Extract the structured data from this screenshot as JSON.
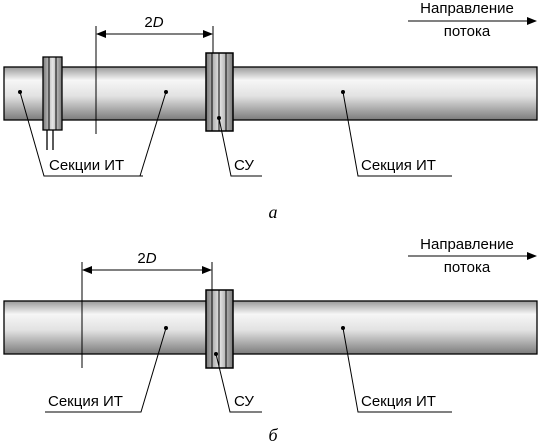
{
  "figure_a": {
    "dimension_label": "2",
    "dimension_symbol": "D",
    "flow_line1": "Направление",
    "flow_line2": "потока",
    "label_it_sections": "Секции ИТ",
    "label_su": "СУ",
    "label_it_section": "Секция ИТ",
    "caption": "а"
  },
  "figure_b": {
    "dimension_label": "2",
    "dimension_symbol": "D",
    "flow_line1": "Направление",
    "flow_line2": "потока",
    "label_it_section_left": "Секция ИТ",
    "label_su": "СУ",
    "label_it_section_right": "Секция ИТ",
    "caption": "б"
  },
  "colors": {
    "pipe_light": "#f4f4f4",
    "pipe_dark": "#8a8a8a",
    "flange_light": "#d8d8d8",
    "flange_dark": "#6e6e6e"
  }
}
